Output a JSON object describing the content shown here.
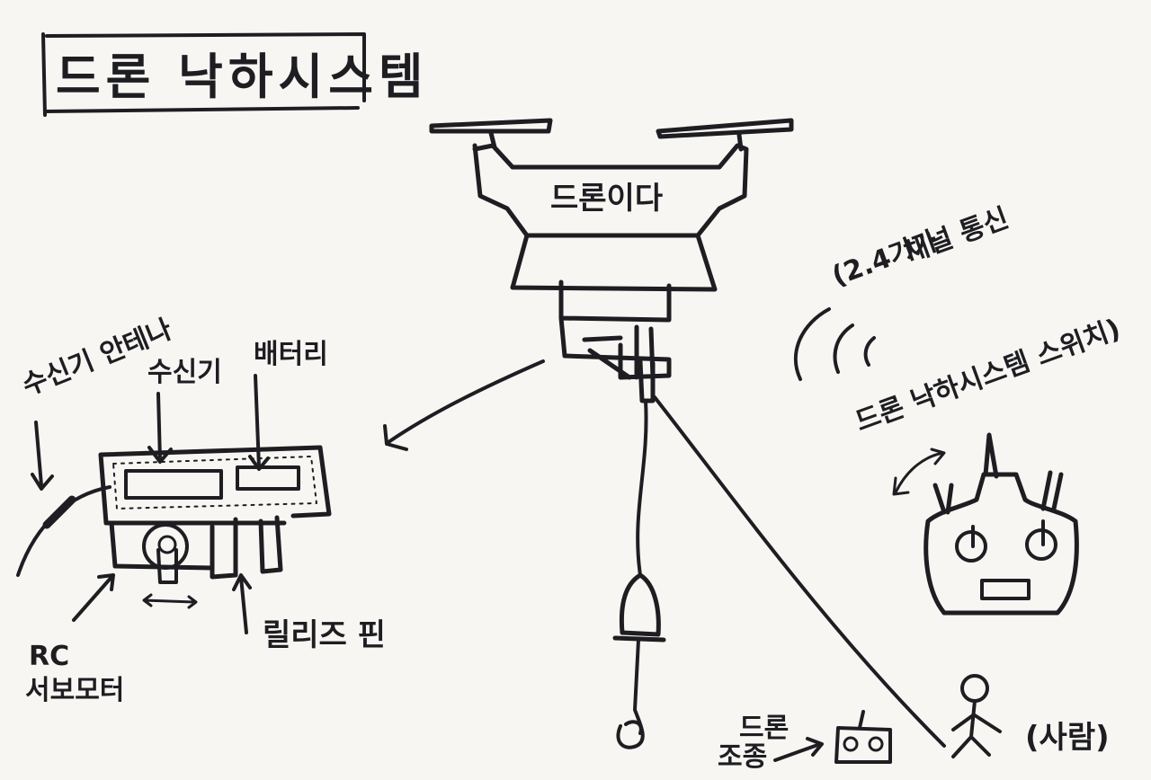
{
  "title": "드론 낙하시스템",
  "drone_label": "드론이다",
  "labels": {
    "receiver_antenna": "수신기 안테나",
    "receiver": "수신기",
    "battery": "배터리",
    "rc_servo_line1": "RC",
    "rc_servo_line2": "서보모터",
    "release_pin": "릴리즈 핀",
    "channel_note_line1": "(2.4기가",
    "channel_note_line2": "채널 통신",
    "channel_note_line3": "드론 낙하시스템 스위치)",
    "person": "(사람)",
    "drone_control_line1": "드론",
    "drone_control_line2": "조종"
  },
  "colors": {
    "ink": "#1e1e22",
    "paper": "#f7f6f3"
  }
}
